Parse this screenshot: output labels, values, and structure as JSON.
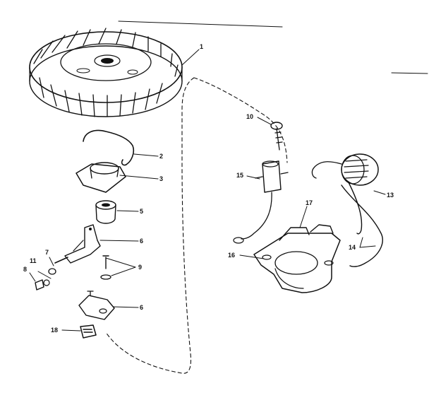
{
  "diagram": {
    "callouts": [
      {
        "id": "c1",
        "label": "1"
      },
      {
        "id": "c2",
        "label": "2"
      },
      {
        "id": "c3",
        "label": "3"
      },
      {
        "id": "c5",
        "label": "5"
      },
      {
        "id": "c6a",
        "label": "6"
      },
      {
        "id": "c7",
        "label": "7"
      },
      {
        "id": "c8",
        "label": "8"
      },
      {
        "id": "c9",
        "label": "9"
      },
      {
        "id": "c11",
        "label": "11"
      },
      {
        "id": "c6b",
        "label": "6"
      },
      {
        "id": "c18",
        "label": "18"
      },
      {
        "id": "c10",
        "label": "10"
      },
      {
        "id": "c15",
        "label": "15"
      },
      {
        "id": "c17",
        "label": "17"
      },
      {
        "id": "c13",
        "label": "13"
      },
      {
        "id": "c16",
        "label": "16"
      },
      {
        "id": "c14",
        "label": "14"
      }
    ]
  }
}
